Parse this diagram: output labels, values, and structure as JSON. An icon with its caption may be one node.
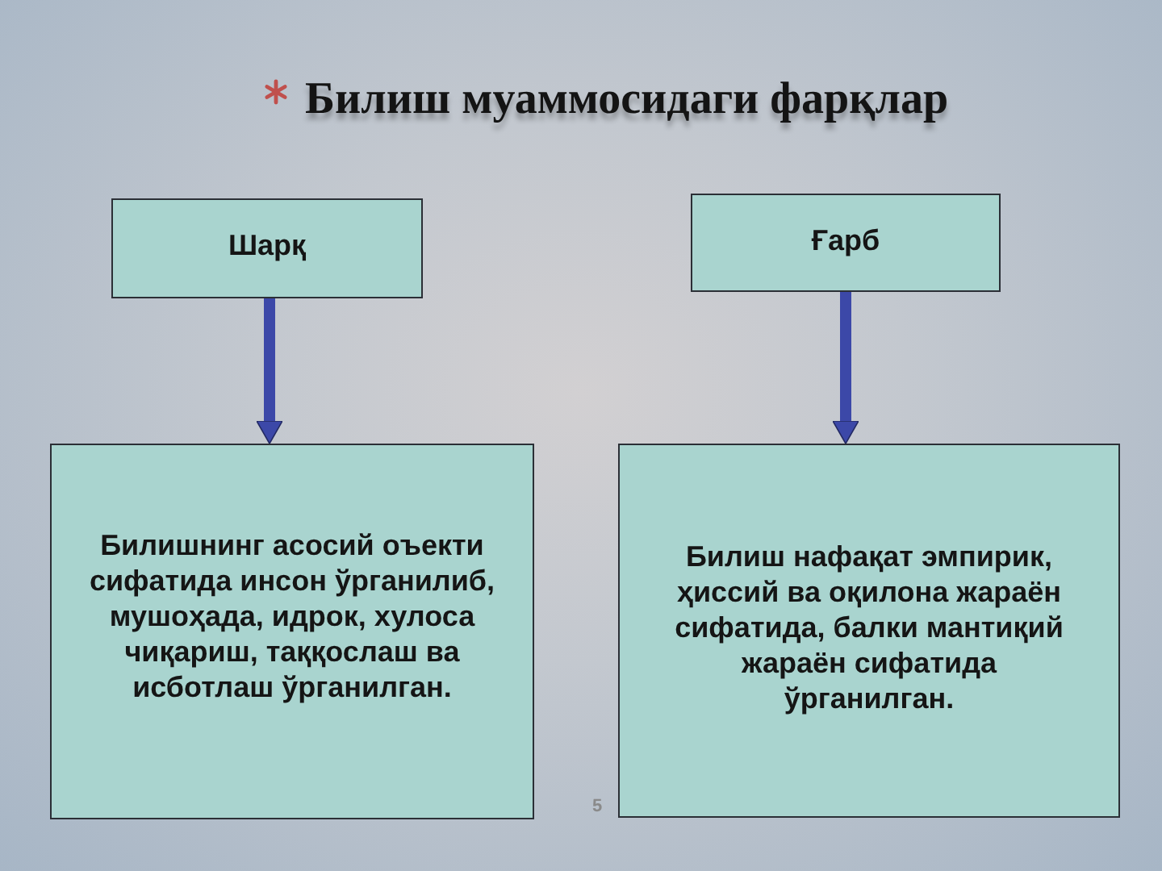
{
  "diagram": {
    "title": "Билиш муаммосидаги фарқлар",
    "nodes": [
      {
        "text": [
          "Шарқ"
        ]
      },
      {
        "text": [
          "Ғарб"
        ]
      },
      {
        "text": [
          "Билишнинг асосий оъекти сифатида инсон ўрганилиб, мушоҳада, идрок, хулоса чиқариш, таққослаш ва исботлаш ўрганилган."
        ]
      },
      {
        "text": [
          "Билиш нафақат эмпирик, ҳиссий ва оқилона жараён сифатида, балки мантиқий жараён сифатида ўрганилган."
        ]
      }
    ],
    "edges": [
      {
        "from": 0,
        "to": 2,
        "arrow": "to"
      },
      {
        "from": 1,
        "to": 3,
        "arrow": "to"
      }
    ],
    "labels": [
      "5"
    ]
  }
}
